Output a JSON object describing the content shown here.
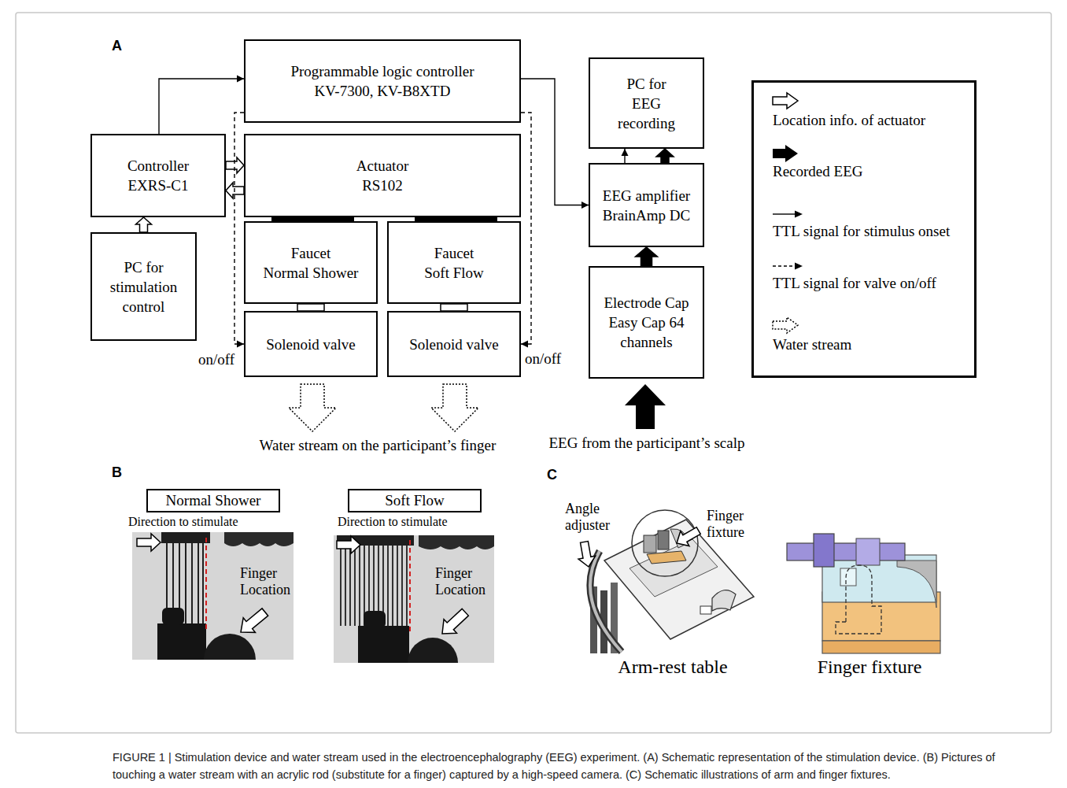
{
  "diagram": {
    "caption": "FIGURE 1 | Stimulation device and water stream used in the electroencephalography (EEG) experiment. (A) Schematic representation of the stimulation device. (B) Pictures of touching a water stream with an acrylic rod (substitute for a finger) captured by a high-speed camera. (C) Schematic illustrations of arm and finger fixtures.",
    "nodes": [
      {
        "text": [
          "Programmable logic controller",
          "KV-7300, KV-B8XTD"
        ]
      },
      {
        "text": [
          "PC for EEG recording"
        ]
      },
      {
        "text": [
          "Controller",
          "EXRS-C1"
        ]
      },
      {
        "text": [
          "Actuator",
          "RS102"
        ]
      },
      {
        "text": [
          "EEG amplifier",
          "BrainAmp DC"
        ]
      },
      {
        "text": [
          "Faucet",
          "Normal Shower"
        ]
      },
      {
        "text": [
          "Faucet",
          "Soft Flow"
        ]
      },
      {
        "text": [
          "PC for stimulation control"
        ]
      },
      {
        "text": [
          "Electrode Cap",
          "Easy Cap 64 channels"
        ]
      },
      {
        "text": [
          "Solenoid valve"
        ]
      },
      {
        "text": [
          "Solenoid valve"
        ]
      },
      {
        "text": [
          "Normal Shower"
        ]
      },
      {
        "text": [
          "Soft Flow"
        ]
      }
    ],
    "edges": [
      {
        "from": 7,
        "to": 2,
        "arrow": "to"
      },
      {
        "from": 2,
        "to": 0,
        "arrow": "to"
      },
      {
        "from": 2,
        "to": 3,
        "arrow": "to"
      },
      {
        "from": 3,
        "to": 2,
        "arrow": "to"
      },
      {
        "from": 0,
        "to": 4,
        "arrow": "to"
      },
      {
        "from": 0,
        "to": 9,
        "arrow": "to"
      },
      {
        "from": 0,
        "to": 10,
        "arrow": "to"
      },
      {
        "from": 3,
        "to": 5,
        "arrow": "none"
      },
      {
        "from": 3,
        "to": 6,
        "arrow": "none"
      },
      {
        "from": 5,
        "to": 9,
        "arrow": "none"
      },
      {
        "from": 6,
        "to": 10,
        "arrow": "none"
      },
      {
        "from": 4,
        "to": 1,
        "arrow": "to"
      },
      {
        "from": 4,
        "to": 1,
        "arrow": "to"
      },
      {
        "from": 8,
        "to": 4,
        "arrow": "to"
      }
    ],
    "labels": [
      "A",
      "on/off",
      "on/off",
      "Water stream on the participant’s finger",
      "EEG from the participant’s scalp",
      "B",
      "Direction to stimulate",
      "Finger Location",
      "Direction to stimulate",
      "Finger Location",
      "C",
      "Angle adjuster",
      "Finger fixture",
      "Arm-rest table",
      "Finger fixture"
    ],
    "legend": [
      {
        "text": "Location info. of actuator"
      },
      {
        "text": "Recorded EEG"
      },
      {
        "text": "TTL signal for stimulus onset"
      },
      {
        "text": "TTL signal for valve on/off"
      },
      {
        "text": "Water stream"
      }
    ]
  }
}
